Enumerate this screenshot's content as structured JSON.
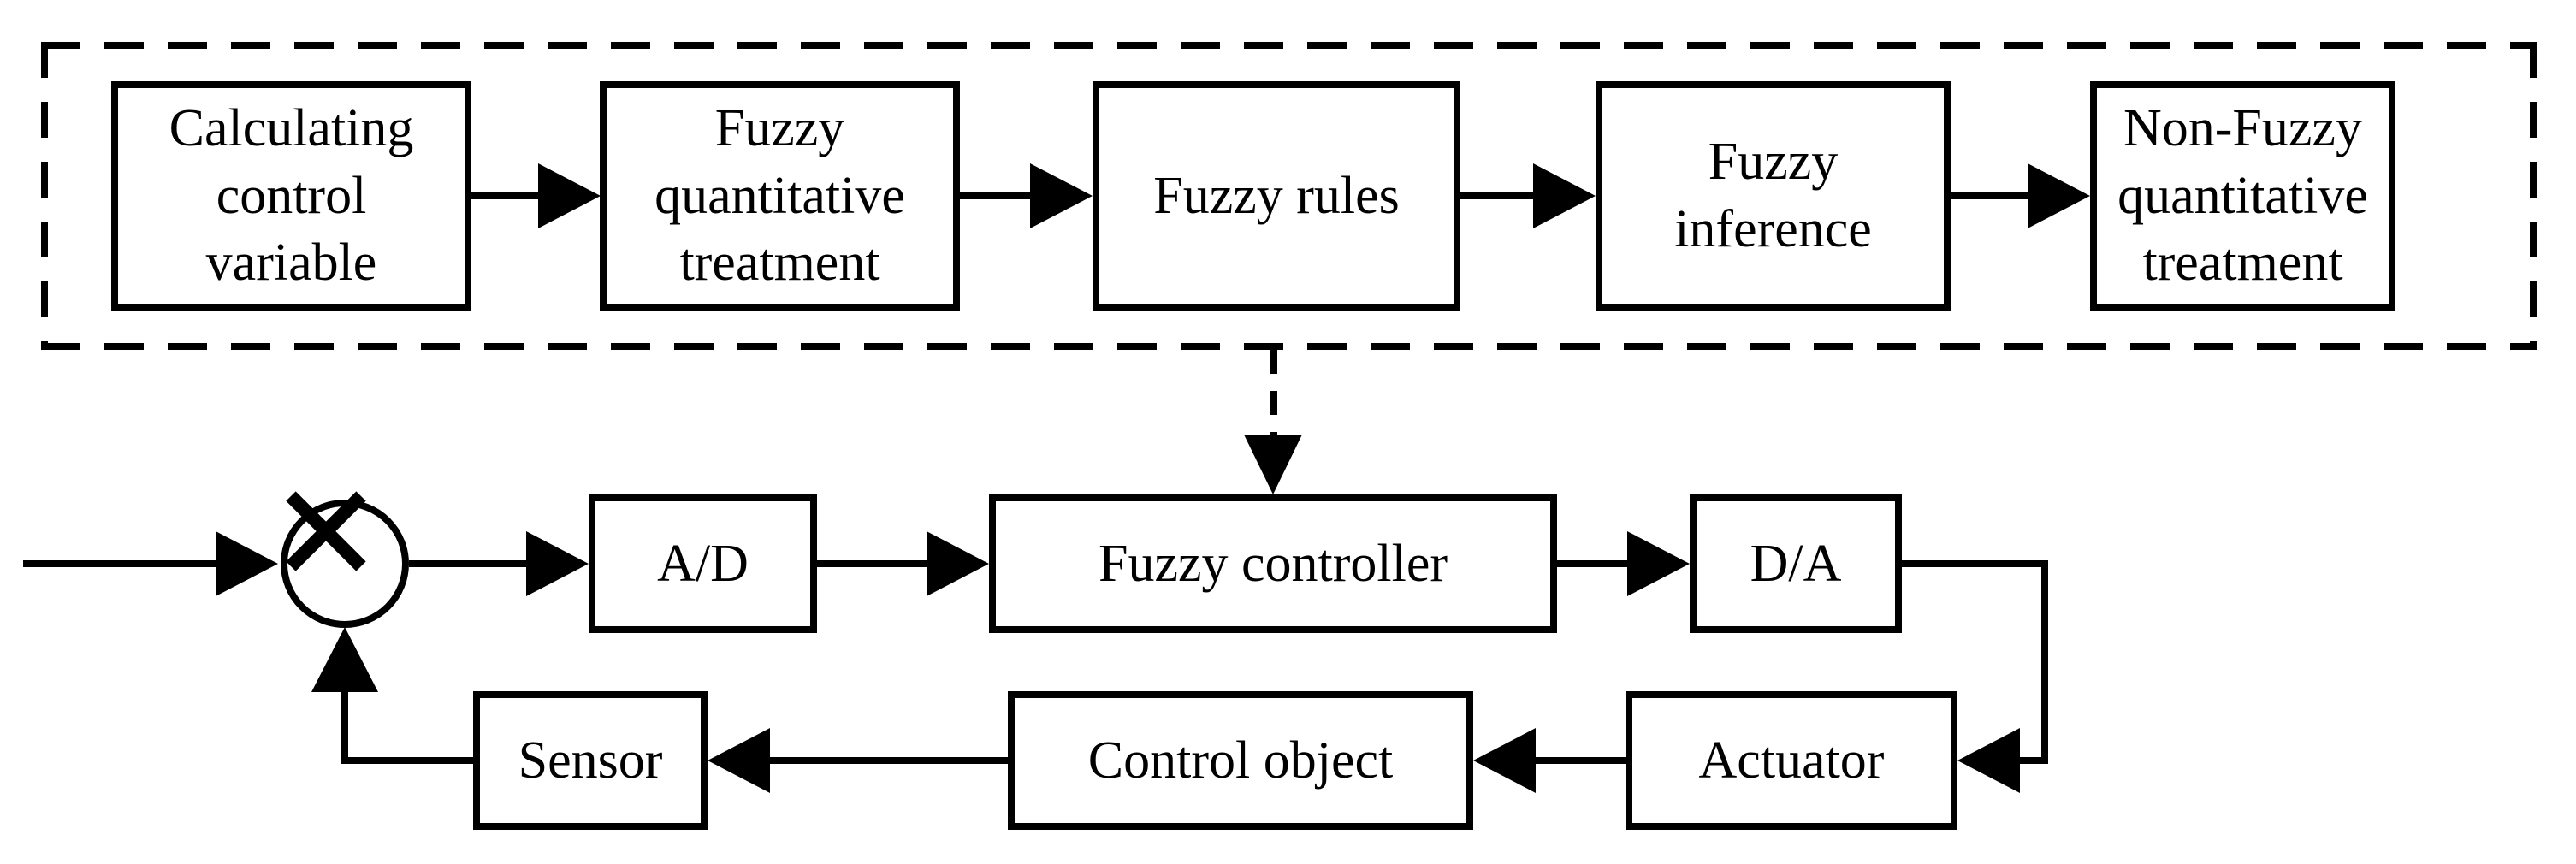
{
  "colors": {
    "ink": "#000000",
    "background": "#ffffff"
  },
  "algorithm_pipeline": {
    "boxes": [
      {
        "id": "calculating-control-variable",
        "label": "Calculating\ncontrol\nvariable"
      },
      {
        "id": "fuzzy-quantitative-treatment",
        "label": "Fuzzy\nquantitative\ntreatment"
      },
      {
        "id": "fuzzy-rules",
        "label": "Fuzzy rules"
      },
      {
        "id": "fuzzy-inference",
        "label": "Fuzzy\ninference"
      },
      {
        "id": "non-fuzzy-quantitative-treatment",
        "label": "Non-Fuzzy\nquantitative\ntreatment"
      }
    ]
  },
  "control_loop": {
    "boxes": [
      {
        "id": "ad-converter",
        "label": "A/D"
      },
      {
        "id": "fuzzy-controller",
        "label": "Fuzzy controller"
      },
      {
        "id": "da-converter",
        "label": "D/A"
      },
      {
        "id": "actuator",
        "label": "Actuator"
      },
      {
        "id": "control-object",
        "label": "Control object"
      },
      {
        "id": "sensor",
        "label": "Sensor"
      }
    ],
    "junction_symbol": "✕"
  }
}
